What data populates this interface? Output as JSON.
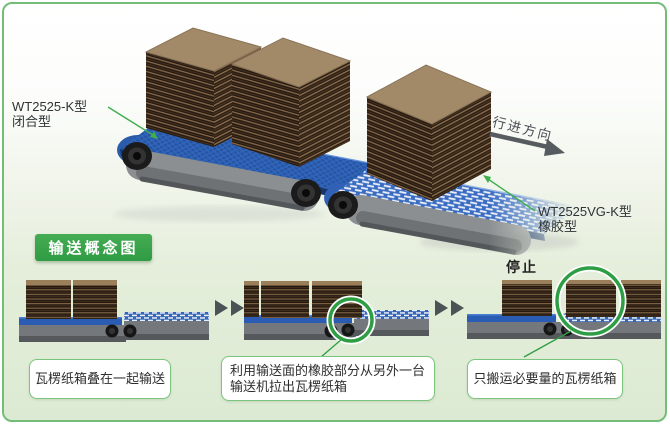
{
  "main_scene": {
    "label_closed_type": {
      "model": "WT2525-K型",
      "type": "闭合型"
    },
    "label_rubber_type": {
      "model": "WT2525VG-K型",
      "type": "橡胶型"
    },
    "direction_label": "行进方向"
  },
  "concept_section": {
    "badge_label": "输送概念图",
    "stop_label": "停止",
    "steps": [
      {
        "caption": "瓦楞纸箱叠在一起输送"
      },
      {
        "caption": "利用输送面的橡胶部分从另外一台输送机拉出瓦楞纸箱"
      },
      {
        "caption": "只搬运必要量的瓦楞纸箱"
      }
    ]
  },
  "colors": {
    "frame_green": "#74bd78",
    "badge_green": "#2f9b43",
    "accent_green": "#3fae4e",
    "belt_blue": "#2f64b8",
    "rubber_belt_blue": "#3a6cc2",
    "cardboard_top": "#a28a68",
    "conveyor_gray": "#8b8f92"
  }
}
